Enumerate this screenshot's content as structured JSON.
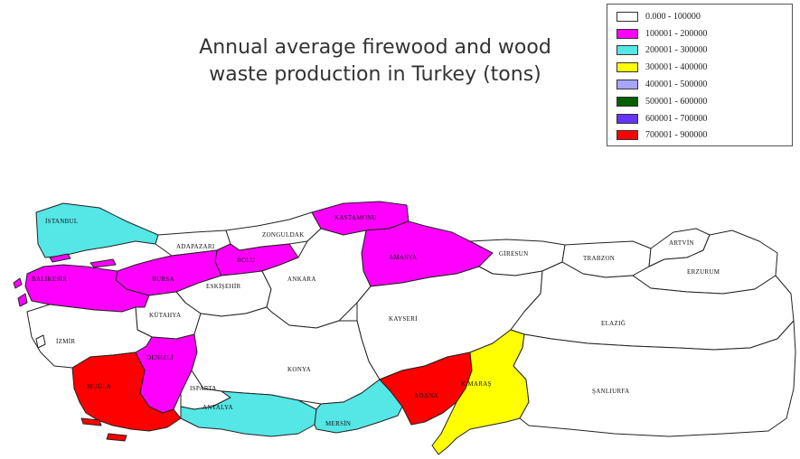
{
  "title": {
    "line1": "Annual average firewood and wood",
    "line2": "waste production in Turkey (tons)"
  },
  "legend": [
    {
      "label": "0.000 - 100000",
      "color": "#ffffff"
    },
    {
      "label": "100001 - 200000",
      "color": "#ff00ff"
    },
    {
      "label": "200001 - 300000",
      "color": "#55e6e6"
    },
    {
      "label": "300001 - 400000",
      "color": "#ffff00"
    },
    {
      "label": "400001 - 500000",
      "color": "#a6a6ff"
    },
    {
      "label": "500001 - 600000",
      "color": "#006000"
    },
    {
      "label": "600001 - 700000",
      "color": "#6633ff"
    },
    {
      "label": "700001 - 900000",
      "color": "#ff0000"
    }
  ],
  "provinces": [
    {
      "name": "İSTANBUL",
      "class": "200001 - 300000"
    },
    {
      "name": "ADAPAZARI",
      "class": "0.000 - 100000"
    },
    {
      "name": "ZONGULDAK",
      "class": "0.000 - 100000"
    },
    {
      "name": "KASTAMONU",
      "class": "100001 - 200000"
    },
    {
      "name": "AMASYA",
      "class": "100001 - 200000"
    },
    {
      "name": "GİRESUN",
      "class": "0.000 - 100000"
    },
    {
      "name": "TRABZON",
      "class": "0.000 - 100000"
    },
    {
      "name": "ARTVİN",
      "class": "0.000 - 100000"
    },
    {
      "name": "ERZURUM",
      "class": "0.000 - 100000"
    },
    {
      "name": "BOLU",
      "class": "100001 - 200000"
    },
    {
      "name": "BURSA",
      "class": "100001 - 200000"
    },
    {
      "name": "BALIKESİR",
      "class": "100001 - 200000"
    },
    {
      "name": "ESKİŞEHİR",
      "class": "0.000 - 100000"
    },
    {
      "name": "ANKARA",
      "class": "0.000 - 100000"
    },
    {
      "name": "KÜTAHYA",
      "class": "0.000 - 100000"
    },
    {
      "name": "KAYSERİ",
      "class": "0.000 - 100000"
    },
    {
      "name": "ELAZIĞ",
      "class": "0.000 - 100000"
    },
    {
      "name": "İZMİR",
      "class": "0.000 - 100000"
    },
    {
      "name": "DENİZLİ",
      "class": "100001 - 200000"
    },
    {
      "name": "KONYA",
      "class": "0.000 - 100000"
    },
    {
      "name": "ISPARTA",
      "class": "0.000 - 100000"
    },
    {
      "name": "MUĞLA",
      "class": "700001 - 900000"
    },
    {
      "name": "ANTALYA",
      "class": "200001 - 300000"
    },
    {
      "name": "MERSİN",
      "class": "200001 - 300000"
    },
    {
      "name": "ADANA",
      "class": "700001 - 900000"
    },
    {
      "name": "K.MARAŞ",
      "class": "300001 - 400000"
    },
    {
      "name": "ŞANLIURFA",
      "class": "0.000 - 100000"
    }
  ]
}
